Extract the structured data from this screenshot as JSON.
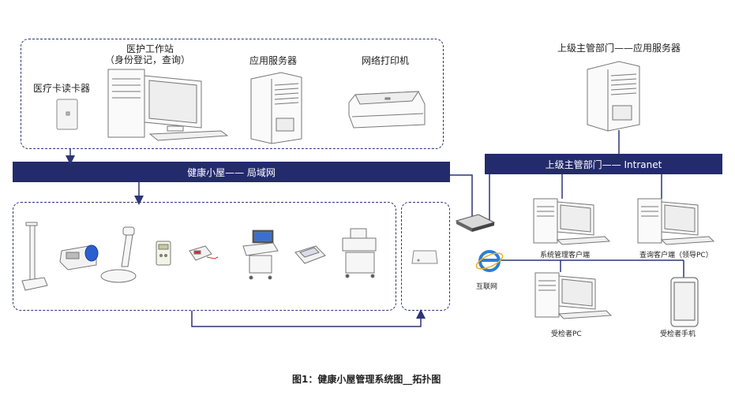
{
  "labels": {
    "workstation_line1": "医护工作站",
    "workstation_line2": "（身份登记，查询）",
    "app_server": "应用服务器",
    "network_printer": "网络打印机",
    "card_reader": "医疗卡读卡器",
    "superior_server": "上级主管部门——应用服务器",
    "lan_bar": "健康小屋—— 局域网",
    "intranet_bar": "上级主管部门—— Intranet",
    "sys_client": "系统管理客户端",
    "query_client": "查询客户端（领导PC）",
    "internet": "互联网",
    "examinee_pc": "受检者PC",
    "examinee_phone": "受检者手机",
    "caption": "图1：健康小屋管理系统图__拓扑图"
  },
  "colors": {
    "bar": "#232b6d",
    "dash": "#2c3577",
    "line": "#2c3577",
    "ie_blue": "#2a7fd4"
  },
  "icons": [
    "card-reader-icon",
    "workstation-icon",
    "tower-server-icon",
    "printer-icon",
    "superior-server-icon",
    "router-icon",
    "ie-icon",
    "client-pc-icon",
    "smartphone-icon",
    "height-scale-icon",
    "bp-monitor-icon",
    "body-analyzer-icon",
    "meter-icon",
    "ecg-icon",
    "ultrasound-icon",
    "device-box-icon",
    "cart-icon",
    "wifi-ap-icon"
  ]
}
